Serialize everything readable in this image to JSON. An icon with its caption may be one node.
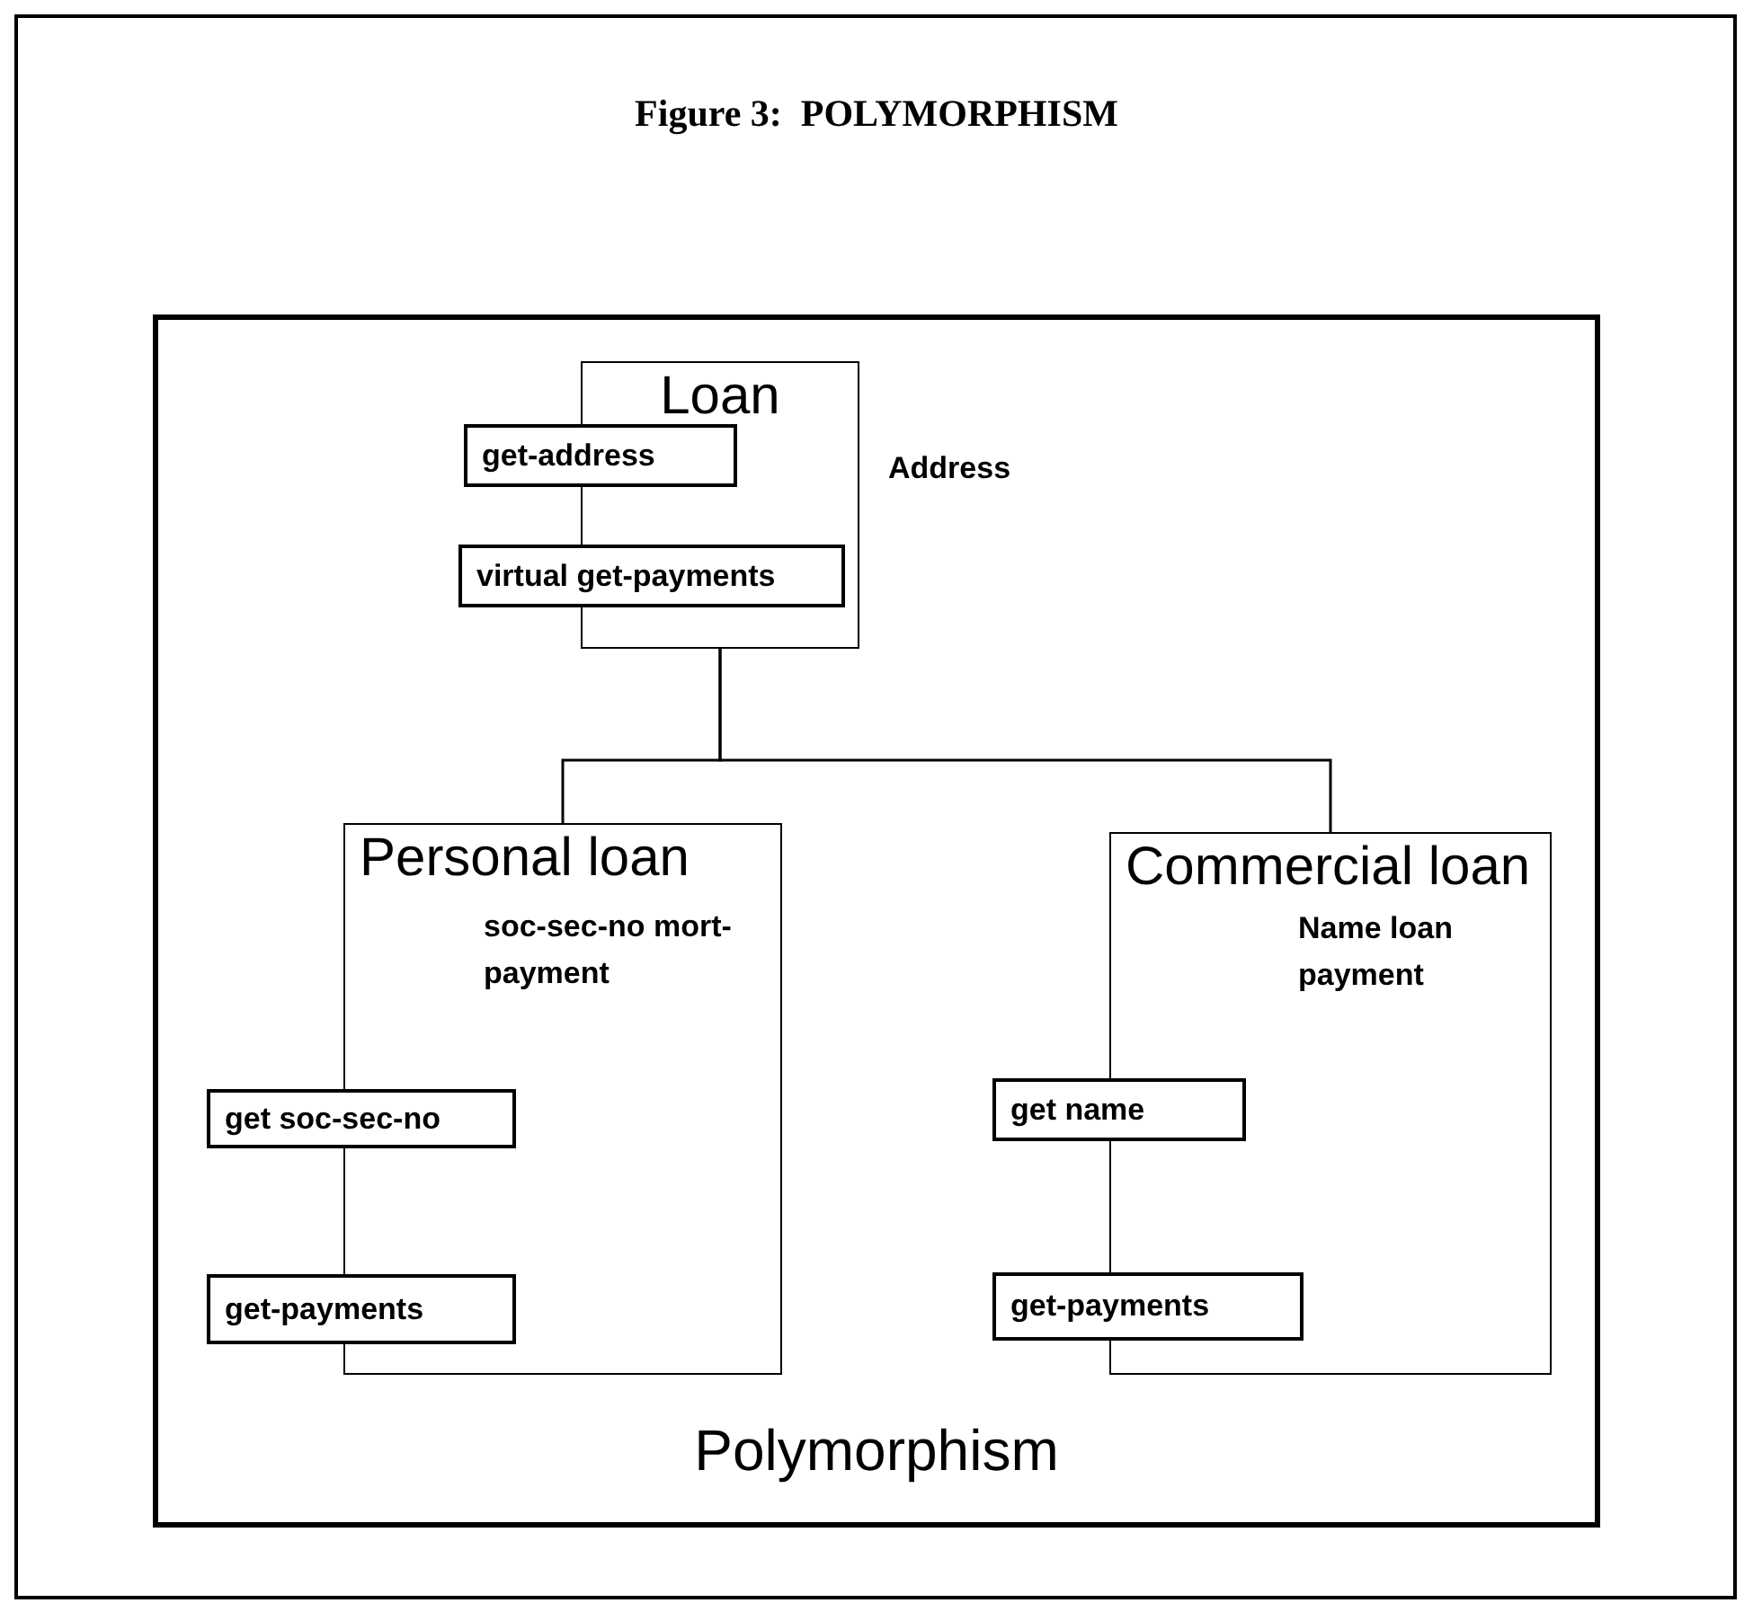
{
  "diagram": {
    "title": "Figure 3:  POLYMORPHISM",
    "nodes": [
      {
        "text": [
          "Polymorphism"
        ]
      },
      {
        "text": [
          "Loan",
          "Address"
        ],
        "in": 0
      },
      {
        "text": [
          "get-address"
        ],
        "in": 0
      },
      {
        "text": [
          "virtual get-payments"
        ],
        "in": 0
      },
      {
        "text": [
          "Personal loan",
          "soc-sec-no mort-payment"
        ],
        "in": 0
      },
      {
        "text": [
          "get soc-sec-no"
        ],
        "in": 0
      },
      {
        "text": [
          "get-payments"
        ],
        "in": 0
      },
      {
        "text": [
          "Commercial loan",
          "Name loan payment"
        ],
        "in": 0
      },
      {
        "text": [
          "get name"
        ],
        "in": 0
      },
      {
        "text": [
          "get-payments"
        ],
        "in": 0
      }
    ],
    "edges": [
      {
        "from": 1,
        "to": 4,
        "arrow": "none"
      },
      {
        "from": 1,
        "to": 7,
        "arrow": "none"
      }
    ]
  }
}
